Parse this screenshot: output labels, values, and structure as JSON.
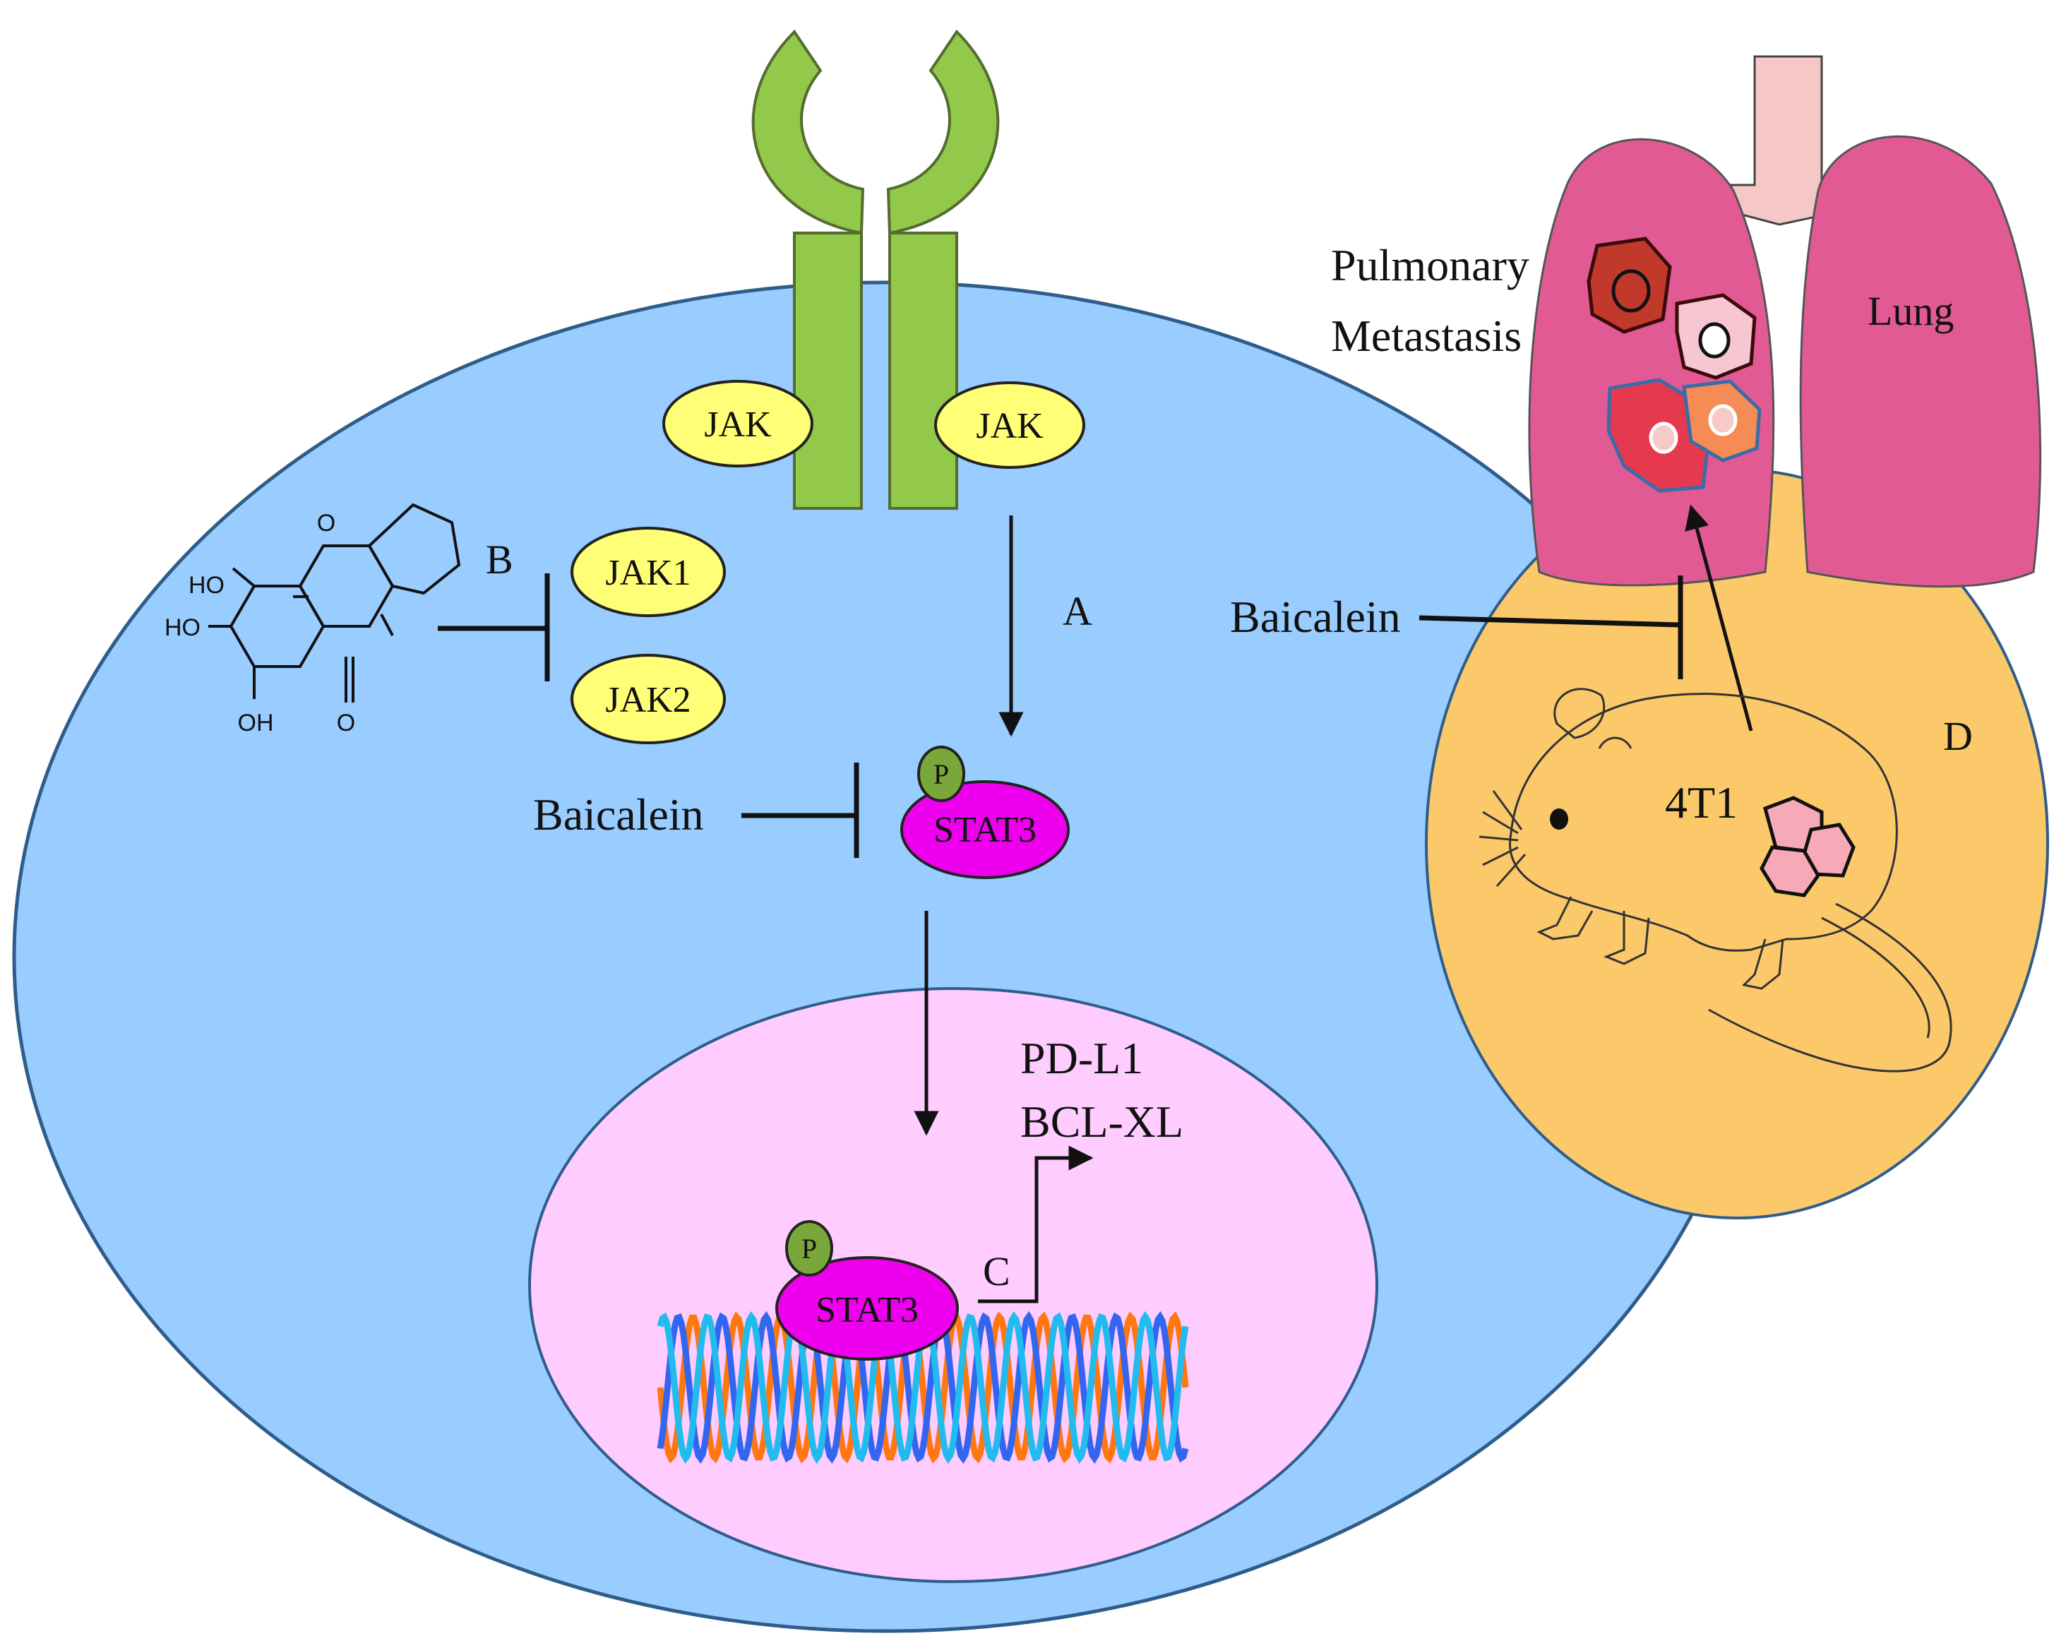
{
  "colors": {
    "cell": "#99ccff",
    "cell_edge": "#2f5d8a",
    "nucleus": "#ffccff",
    "mouse_bg": "#fbc96a",
    "lung": "#e15a93",
    "receptor": "#92c94a",
    "jak": "#ffff77",
    "stat3": "#ee00ee",
    "phospho": "#7aa73a",
    "dna_a": "#ff7711",
    "dna_b": "#3366ee",
    "dna_c": "#22bbee"
  },
  "labels": {
    "jak_left": "JAK",
    "jak_right": "JAK",
    "jak1": "JAK1",
    "jak2": "JAK2",
    "label_a": "A",
    "label_b": "B",
    "label_c": "C",
    "label_d": "D",
    "baicalein_cell": "Baicalein",
    "baicalein_mouse": "Baicalein",
    "stat3_cyto": "STAT3",
    "stat3_nuc": "STAT3",
    "phospho_cyto": "P",
    "phospho_nuc": "P",
    "gene_pdl1": "PD-L1",
    "gene_bclxl": "BCL-XL",
    "pulmonary_line1": "Pulmonary",
    "pulmonary_line2": "Metastasis",
    "lung": "Lung",
    "tumor_line": "4T1"
  },
  "molecule": {
    "ho_top": "HO",
    "ho_mid": "HO",
    "oh_bot": "OH",
    "o_ring": "O",
    "o_keto": "O"
  },
  "icons": [
    "receptor-icon",
    "baicalein-structure-icon",
    "dna-helix-icon",
    "lung-icon",
    "mouse-icon",
    "tumor-cell-icon"
  ]
}
